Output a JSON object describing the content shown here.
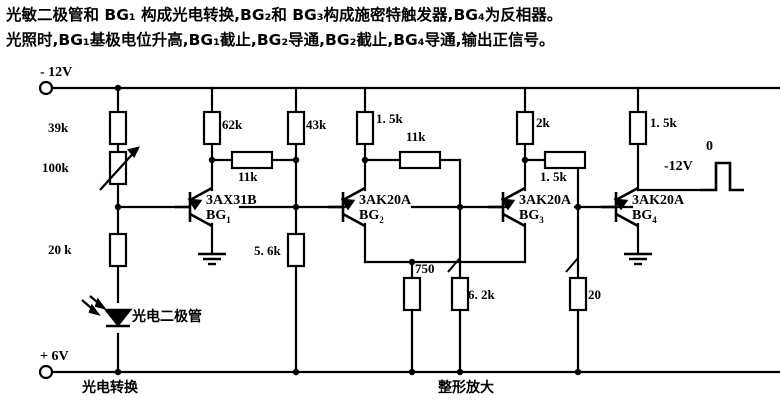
{
  "description": {
    "line1": "光敏二极管和 BG₁ 构成光电转换,BG₂和 BG₃构成施密特触发器,BG₄为反相器。",
    "line2": "光照时,BG₁基极电位升高,BG₁截止,BG₂导通,BG₂截止,BG₄导通,输出正信号。"
  },
  "rails": {
    "top_label": "- 12V",
    "bottom_label": "+ 6V"
  },
  "sections": {
    "left": "光电转换",
    "right": "整形放大"
  },
  "components": {
    "photodiode_label": "光电二极管"
  },
  "transistors": [
    {
      "type": "3AX31B",
      "name": "BG",
      "index": "1"
    },
    {
      "type": "3AK20A",
      "name": "BG",
      "index": "2"
    },
    {
      "type": "3AK20A",
      "name": "BG",
      "index": "3"
    },
    {
      "type": "3AK20A",
      "name": "BG",
      "index": "4"
    }
  ],
  "resistors": [
    {
      "id": "r39k",
      "value": "39k"
    },
    {
      "id": "r100k",
      "value": "100k"
    },
    {
      "id": "r20k",
      "value": "20 k"
    },
    {
      "id": "r62k",
      "value": "62k"
    },
    {
      "id": "r11k_a",
      "value": "11k"
    },
    {
      "id": "r43k",
      "value": "43k"
    },
    {
      "id": "r5k6",
      "value": "5. 6k"
    },
    {
      "id": "r1k5_a",
      "value": "1. 5k"
    },
    {
      "id": "r11k_b",
      "value": "11k"
    },
    {
      "id": "r750",
      "value": "750"
    },
    {
      "id": "r6k2",
      "value": "6. 2k"
    },
    {
      "id": "r2k",
      "value": "2k"
    },
    {
      "id": "r1k5_b",
      "value": "1. 5k"
    },
    {
      "id": "r20",
      "value": "20"
    },
    {
      "id": "r1k5_c",
      "value": "1. 5k"
    }
  ],
  "waveform": {
    "high_label": "0",
    "low_label": "-12V"
  },
  "colors": {
    "ink": "#000000",
    "background": "#ffffff"
  }
}
